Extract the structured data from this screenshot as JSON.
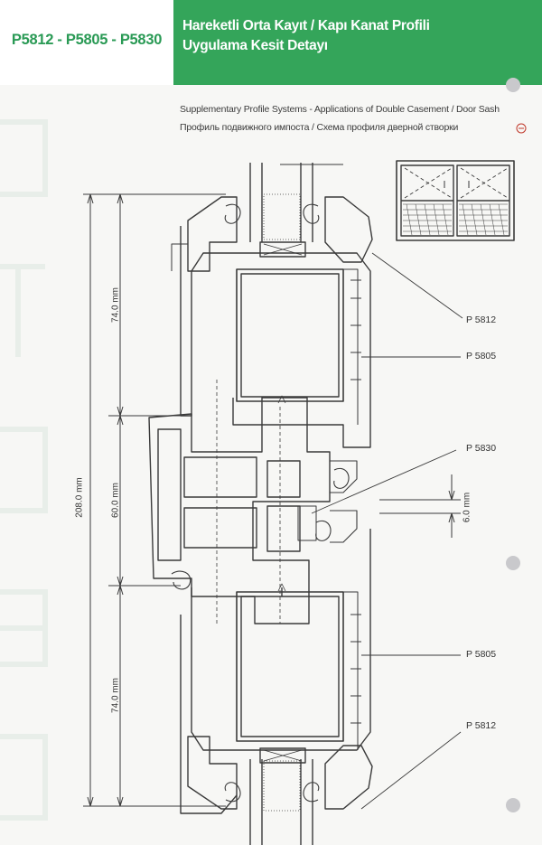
{
  "header": {
    "codes": "P5812 - P5805 - P5830",
    "title_line1": "Hareketli Orta Kayıt / Kapı Kanat Profili",
    "title_line2": "Uygulama Kesit Detayı"
  },
  "subtitle": {
    "english": "Supplementary Profile Systems - Applications of Double Casement / Door Sash",
    "russian": "Профиль подвижного импоста / Схема профиля дверной створки"
  },
  "labels": {
    "p5812_top": "P 5812",
    "p5805_top": "P 5805",
    "p5830": "P 5830",
    "p5805_bottom": "P 5805",
    "p5812_bottom": "P 5812"
  },
  "dimensions": {
    "total": "208.0 mm",
    "top": "74.0 mm",
    "middle": "60.0 mm",
    "bottom": "74.0 mm",
    "gap": "6.0 mm"
  },
  "colors": {
    "brand_green": "#34a55a",
    "code_green": "#2a9a55",
    "line": "#3a3a3a"
  }
}
